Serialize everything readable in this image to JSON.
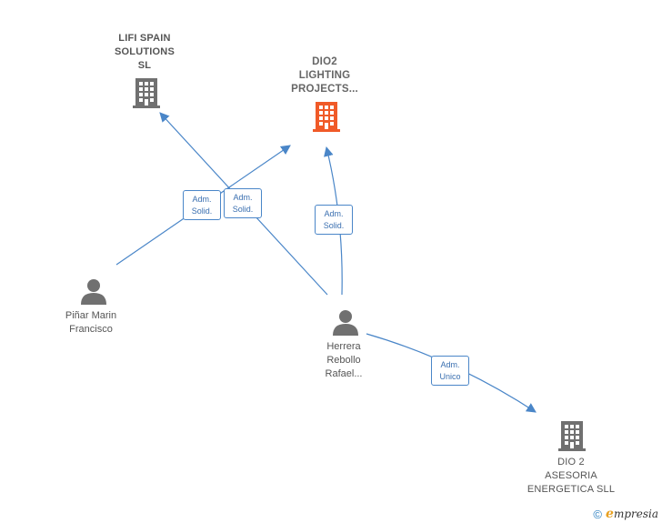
{
  "colors": {
    "edge": "#4a86c8",
    "company_icon": "#707070",
    "company_icon_highlight": "#f05a28",
    "person_icon": "#707070"
  },
  "nodes": {
    "lifi": {
      "label": "LIFI SPAIN\nSOLUTIONS\nSL",
      "icon": "building-icon"
    },
    "dio2_lighting": {
      "label": "DIO2\nLIGHTING\nPROJECTS...",
      "icon": "building-icon"
    },
    "pinar": {
      "label": "Piñar Marin\nFrancisco",
      "icon": "person-icon"
    },
    "herrera": {
      "label": "Herrera\nRebollo\nRafael...",
      "icon": "person-icon"
    },
    "dio2_asesoria": {
      "label": "DIO 2\nASESORIA\nENERGETICA SLL",
      "icon": "building-icon"
    }
  },
  "badges": {
    "b1": "Adm.\nSolid.",
    "b2": "Adm.\nSolid.",
    "b3": "Adm.\nSolid.",
    "b4": "Adm.\nUnico"
  },
  "footer": {
    "copyright": "©",
    "brand_initial": "e",
    "brand_rest": "mpresia"
  }
}
